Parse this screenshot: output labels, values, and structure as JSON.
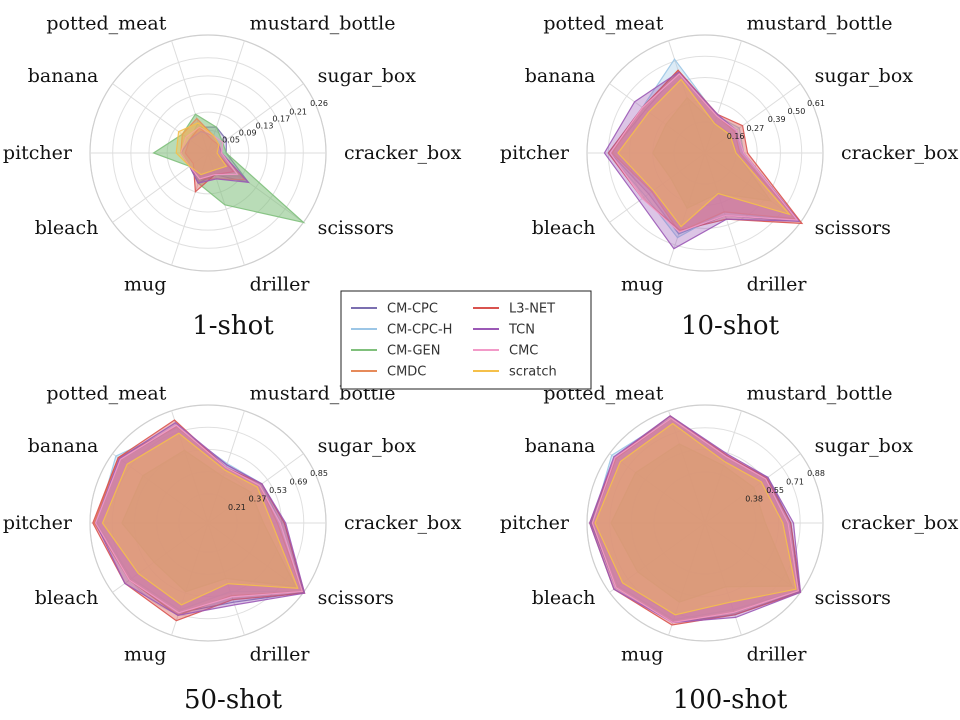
{
  "chart_data": [
    {
      "type": "radar",
      "caption": "1-shot",
      "categories": [
        "cracker_box",
        "sugar_box",
        "mustard_bottle",
        "potted_meat",
        "banana",
        "pitcher",
        "bleach",
        "mug",
        "driller",
        "scissors"
      ],
      "rticks": [
        "0.05",
        "0.09",
        "0.13",
        "0.17",
        "0.21",
        "0.26"
      ],
      "rmax": 0.26,
      "series": [
        {
          "name": "CM-CPC",
          "values": [
            0.04,
            0.05,
            0.06,
            0.06,
            0.05,
            0.06,
            0.05,
            0.07,
            0.05,
            0.11
          ]
        },
        {
          "name": "CM-CPC-H",
          "values": [
            0.03,
            0.04,
            0.04,
            0.07,
            0.05,
            0.05,
            0.05,
            0.06,
            0.05,
            0.09
          ]
        },
        {
          "name": "CM-GEN",
          "values": [
            0.04,
            0.04,
            0.06,
            0.09,
            0.07,
            0.12,
            0.05,
            0.07,
            0.12,
            0.26
          ]
        },
        {
          "name": "CMDC",
          "values": [
            0.03,
            0.03,
            0.04,
            0.08,
            0.07,
            0.06,
            0.05,
            0.06,
            0.06,
            0.1
          ]
        },
        {
          "name": "L3-NET",
          "values": [
            0.02,
            0.03,
            0.03,
            0.06,
            0.05,
            0.05,
            0.04,
            0.09,
            0.05,
            0.07
          ]
        },
        {
          "name": "TCN",
          "values": [
            0.03,
            0.03,
            0.04,
            0.05,
            0.05,
            0.06,
            0.05,
            0.07,
            0.06,
            0.11
          ]
        },
        {
          "name": "CMC",
          "values": [
            0.03,
            0.04,
            0.04,
            0.06,
            0.06,
            0.06,
            0.05,
            0.06,
            0.05,
            0.08
          ]
        },
        {
          "name": "scratch",
          "values": [
            0.02,
            0.03,
            0.04,
            0.07,
            0.08,
            0.07,
            0.05,
            0.05,
            0.04,
            0.05
          ]
        }
      ]
    },
    {
      "type": "radar",
      "caption": "10-shot",
      "categories": [
        "cracker_box",
        "sugar_box",
        "mustard_bottle",
        "potted_meat",
        "banana",
        "pitcher",
        "bleach",
        "mug",
        "driller",
        "scissors"
      ],
      "rticks": [
        "0.16",
        "0.27",
        "0.39",
        "0.50",
        "0.61"
      ],
      "rmax": 0.61,
      "series": [
        {
          "name": "CM-CPC",
          "values": [
            0.2,
            0.2,
            0.2,
            0.44,
            0.38,
            0.49,
            0.36,
            0.44,
            0.34,
            0.6
          ]
        },
        {
          "name": "CM-CPC-H",
          "values": [
            0.2,
            0.22,
            0.2,
            0.51,
            0.4,
            0.5,
            0.38,
            0.46,
            0.32,
            0.6
          ]
        },
        {
          "name": "CM-GEN",
          "values": [
            0.16,
            0.16,
            0.16,
            0.3,
            0.25,
            0.27,
            0.22,
            0.3,
            0.22,
            0.42
          ]
        },
        {
          "name": "CMDC",
          "values": [
            0.18,
            0.19,
            0.2,
            0.45,
            0.4,
            0.48,
            0.34,
            0.43,
            0.32,
            0.58
          ]
        },
        {
          "name": "L3-NET",
          "values": [
            0.22,
            0.24,
            0.21,
            0.45,
            0.4,
            0.5,
            0.4,
            0.42,
            0.36,
            0.62
          ]
        },
        {
          "name": "TCN",
          "values": [
            0.2,
            0.2,
            0.21,
            0.44,
            0.45,
            0.52,
            0.42,
            0.52,
            0.36,
            0.6
          ]
        },
        {
          "name": "CMC",
          "values": [
            0.2,
            0.2,
            0.2,
            0.43,
            0.4,
            0.49,
            0.4,
            0.43,
            0.34,
            0.59
          ]
        },
        {
          "name": "scratch",
          "values": [
            0.16,
            0.16,
            0.16,
            0.4,
            0.36,
            0.45,
            0.33,
            0.4,
            0.22,
            0.54
          ]
        }
      ]
    },
    {
      "type": "radar",
      "caption": "50-shot",
      "categories": [
        "cracker_box",
        "sugar_box",
        "mustard_bottle",
        "potted_meat",
        "banana",
        "pitcher",
        "bleach",
        "mug",
        "driller",
        "scissors"
      ],
      "rticks": [
        "0.21",
        "0.37",
        "0.53",
        "0.69",
        "0.85"
      ],
      "rmax": 0.85,
      "series": [
        {
          "name": "CM-CPC",
          "values": [
            0.55,
            0.48,
            0.44,
            0.73,
            0.78,
            0.81,
            0.7,
            0.68,
            0.6,
            0.85
          ]
        },
        {
          "name": "CM-CPC-H",
          "values": [
            0.52,
            0.48,
            0.45,
            0.72,
            0.82,
            0.8,
            0.68,
            0.66,
            0.52,
            0.84
          ]
        },
        {
          "name": "CM-GEN",
          "values": [
            0.4,
            0.38,
            0.35,
            0.55,
            0.58,
            0.62,
            0.48,
            0.52,
            0.42,
            0.78
          ]
        },
        {
          "name": "CMDC",
          "values": [
            0.5,
            0.46,
            0.42,
            0.73,
            0.8,
            0.82,
            0.7,
            0.7,
            0.55,
            0.84
          ]
        },
        {
          "name": "L3-NET",
          "values": [
            0.55,
            0.48,
            0.42,
            0.78,
            0.8,
            0.83,
            0.74,
            0.74,
            0.58,
            0.86
          ]
        },
        {
          "name": "TCN",
          "values": [
            0.56,
            0.48,
            0.44,
            0.76,
            0.79,
            0.81,
            0.74,
            0.7,
            0.62,
            0.86
          ]
        },
        {
          "name": "CMC",
          "values": [
            0.52,
            0.46,
            0.42,
            0.74,
            0.78,
            0.81,
            0.7,
            0.68,
            0.56,
            0.84
          ]
        },
        {
          "name": "scratch",
          "values": [
            0.46,
            0.44,
            0.4,
            0.68,
            0.72,
            0.76,
            0.62,
            0.62,
            0.46,
            0.8
          ]
        }
      ]
    },
    {
      "type": "radar",
      "caption": "100-shot",
      "categories": [
        "cracker_box",
        "sugar_box",
        "mustard_bottle",
        "potted_meat",
        "banana",
        "pitcher",
        "bleach",
        "mug",
        "driller",
        "scissors"
      ],
      "rticks": [
        "0.38",
        "0.55",
        "0.71",
        "0.88"
      ],
      "rmax": 0.88,
      "series": [
        {
          "name": "CM-CPC",
          "values": [
            0.64,
            0.58,
            0.52,
            0.82,
            0.83,
            0.85,
            0.82,
            0.78,
            0.72,
            0.87
          ]
        },
        {
          "name": "CM-CPC-H",
          "values": [
            0.62,
            0.57,
            0.52,
            0.82,
            0.86,
            0.84,
            0.8,
            0.76,
            0.68,
            0.86
          ]
        },
        {
          "name": "CM-GEN",
          "values": [
            0.45,
            0.45,
            0.45,
            0.62,
            0.64,
            0.7,
            0.62,
            0.62,
            0.5,
            0.8
          ]
        },
        {
          "name": "CMDC",
          "values": [
            0.62,
            0.56,
            0.52,
            0.82,
            0.82,
            0.84,
            0.82,
            0.78,
            0.7,
            0.86
          ]
        },
        {
          "name": "L3-NET",
          "values": [
            0.64,
            0.57,
            0.53,
            0.84,
            0.83,
            0.86,
            0.84,
            0.8,
            0.72,
            0.88
          ]
        },
        {
          "name": "TCN",
          "values": [
            0.66,
            0.58,
            0.54,
            0.84,
            0.84,
            0.86,
            0.84,
            0.78,
            0.74,
            0.88
          ]
        },
        {
          "name": "CMC",
          "values": [
            0.62,
            0.56,
            0.52,
            0.82,
            0.83,
            0.84,
            0.82,
            0.78,
            0.7,
            0.86
          ]
        },
        {
          "name": "scratch",
          "values": [
            0.58,
            0.52,
            0.48,
            0.78,
            0.78,
            0.82,
            0.76,
            0.72,
            0.62,
            0.84
          ]
        }
      ]
    }
  ],
  "legend": {
    "entries": [
      {
        "name": "CM-CPC",
        "color": "#7b6fb0"
      },
      {
        "name": "CM-CPC-H",
        "color": "#9cc6e6"
      },
      {
        "name": "CM-GEN",
        "color": "#80c07c"
      },
      {
        "name": "CMDC",
        "color": "#e68a5a"
      },
      {
        "name": "L3-NET",
        "color": "#d9534f"
      },
      {
        "name": "TCN",
        "color": "#9b59b6"
      },
      {
        "name": "CMC",
        "color": "#f29ac8"
      },
      {
        "name": "scratch",
        "color": "#f5c04a"
      }
    ]
  },
  "fill_opacity": {
    "CM-CPC": 0.25,
    "CM-CPC-H": 0.35,
    "CM-GEN": 0.55,
    "CMDC": 0.45,
    "L3-NET": 0.4,
    "TCN": 0.35,
    "CMC": 0.3,
    "scratch": 0.4
  }
}
